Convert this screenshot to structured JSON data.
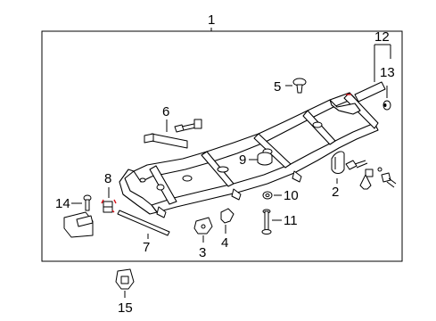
{
  "colors": {
    "ink": "#000000",
    "accent": "#d9141b",
    "background": "#ffffff"
  },
  "callouts": {
    "c1": "1",
    "c2": "2",
    "c3": "3",
    "c4": "4",
    "c5": "5",
    "c6": "6",
    "c7": "7",
    "c8": "8",
    "c9": "9",
    "c10": "10",
    "c11": "11",
    "c12": "12",
    "c13": "13",
    "c14": "14",
    "c15": "15"
  }
}
